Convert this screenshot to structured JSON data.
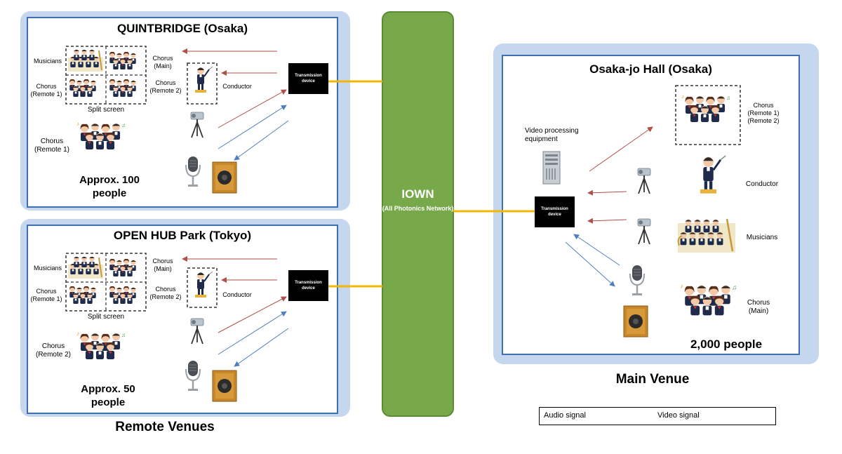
{
  "iown": {
    "title": "IOWN",
    "subtitle": "(All Photonics Network)"
  },
  "remote_venues_label": "Remote Venues",
  "main_venue_label": "Main Venue",
  "quintbridge": {
    "title": "QUINTBRIDGE (Osaka)",
    "musicians": "Musicians",
    "chorus_remote1_small": "Chorus (Remote 1)",
    "chorus_main": "Chorus (Main)",
    "chorus_remote2": "Chorus (Remote 2)",
    "conductor": "Conductor",
    "split_screen": "Split screen",
    "local_chorus": "Chorus (Remote 1)",
    "people": "Approx. 100 people",
    "device": "Transmission device"
  },
  "openhub": {
    "title": "OPEN HUB Park (Tokyo)",
    "musicians": "Musicians",
    "chorus_remote1_small": "Chorus (Remote 1)",
    "chorus_main": "Chorus (Main)",
    "chorus_remote2": "Chorus (Remote 2)",
    "conductor": "Conductor",
    "split_screen": "Split screen",
    "local_chorus": "Chorus (Remote 2)",
    "people": "Approx. 50 people",
    "device": "Transmission device"
  },
  "osakajo": {
    "title": "Osaka-jo Hall (Osaka)",
    "video_processing": "Video processing equipment",
    "chorus_remote": "Chorus (Remote 1) (Remote 2)",
    "conductor": "Conductor",
    "musicians": "Musicians",
    "chorus_main": "Chorus (Main)",
    "people": "2,000 people",
    "device": "Transmission device"
  },
  "legend": {
    "audio": "Audio signal",
    "video": "Video signal"
  },
  "colors": {
    "audio": "#4f7fbf",
    "video": "#b0504b",
    "link": "#f2b800",
    "iown": "#77a84a",
    "panel_border": "#3e6fb0"
  }
}
